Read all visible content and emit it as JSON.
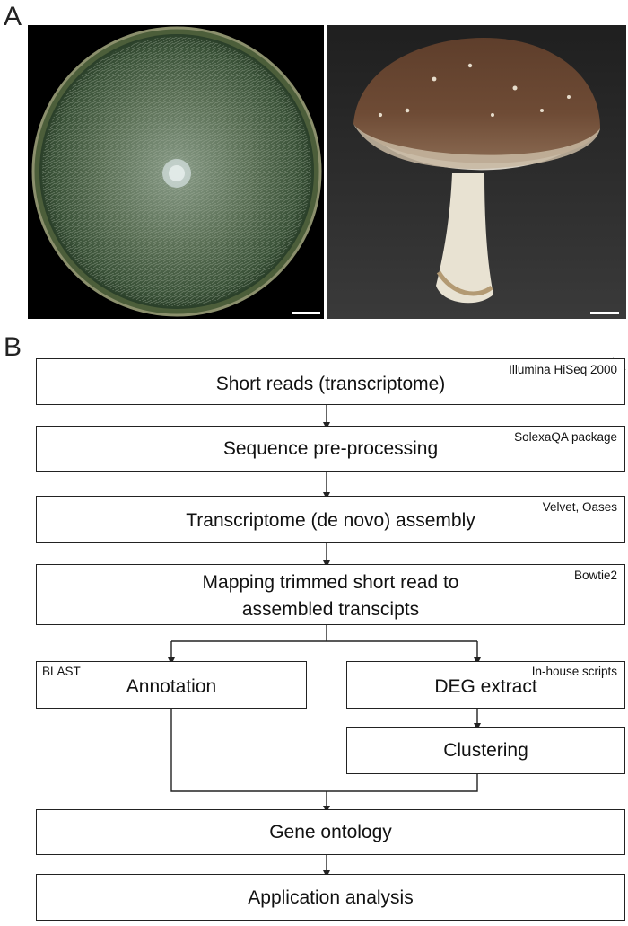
{
  "panels": {
    "a": "A",
    "b": "B"
  },
  "steps": {
    "short_reads": {
      "label": "Short reads (transcriptome)",
      "tool": "Illumina HiSeq 2000"
    },
    "preprocessing": {
      "label": "Sequence pre-processing",
      "tool": "SolexaQA package"
    },
    "assembly": {
      "label": "Transcriptome (de novo) assembly",
      "tool": "Velvet, Oases"
    },
    "mapping": {
      "label_line1": "Mapping trimmed short read to",
      "label_line2": "assembled transcipts",
      "tool": "Bowtie2"
    },
    "annotation": {
      "label": "Annotation",
      "tool": "BLAST"
    },
    "deg": {
      "label": "DEG extract",
      "tool": "In-house scripts"
    },
    "clustering": {
      "label": "Clustering"
    },
    "gene_ontology": {
      "label": "Gene ontology"
    },
    "application": {
      "label": "Application analysis"
    }
  },
  "colors": {
    "agar": "#2f4a2e",
    "mycelium": "#8fa08a",
    "cap": "#6e4b35",
    "stipe": "#e8e2d2",
    "line": "#222222"
  }
}
